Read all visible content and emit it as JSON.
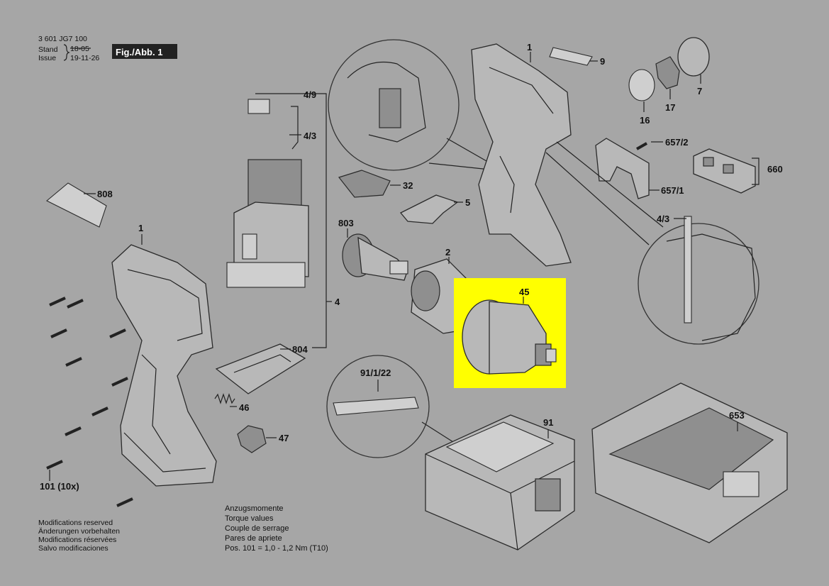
{
  "header": {
    "doc_number": "3 601 JG7 100",
    "stand_label": "Stand",
    "issue_label": "Issue",
    "stand_date": "18-05",
    "issue_date": "19-11-26",
    "fig_badge": "Fig./Abb. 1"
  },
  "highlight_color": "#ffff00",
  "labels": {
    "p1_top": "1",
    "p9": "9",
    "p7": "7",
    "p16": "16",
    "p17": "17",
    "p657_2": "657/2",
    "p660": "660",
    "p657_1": "657/1",
    "p4_3_right": "4/3",
    "p4_9": "4/9",
    "p4_3_left": "4/3",
    "p808": "808",
    "p32": "32",
    "p5": "5",
    "p1_left": "1",
    "p803": "803",
    "p2": "2",
    "p45": "45",
    "p4": "4",
    "p804": "804",
    "p91_1_22": "91/1/22",
    "p46": "46",
    "p47": "47",
    "p91": "91",
    "p653": "653",
    "p101": "101 (10x)"
  },
  "footer_left": [
    "Modifications reserved",
    "Änderungen vorbehalten",
    "Modifications réservées",
    "Salvo modificaciones"
  ],
  "torque": {
    "lines": [
      "Anzugsmomente",
      "Torque values",
      "Couple de serrage",
      "Pares de apriete"
    ],
    "pos_line": "Pos. 101  =  1,0 - 1,2 Nm (T10)"
  }
}
